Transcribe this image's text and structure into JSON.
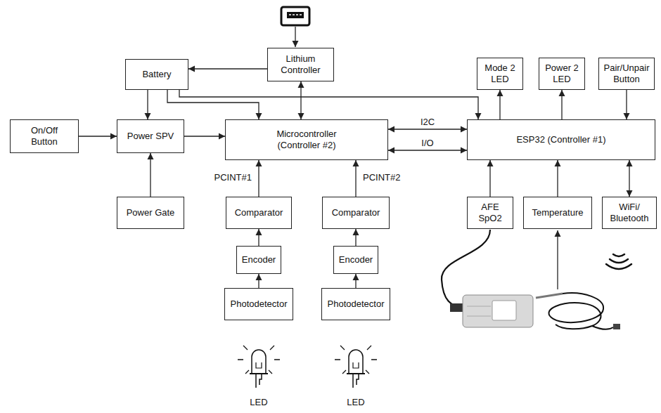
{
  "diagram": {
    "nodes": [
      {
        "text": [
          "Battery"
        ]
      },
      {
        "text": [
          "Lithium Controller"
        ]
      },
      {
        "text": [
          "Mode 2 LED"
        ]
      },
      {
        "text": [
          "Power 2 LED"
        ]
      },
      {
        "text": [
          "Pair/Unpair Button"
        ]
      },
      {
        "text": [
          "On/Off Button"
        ]
      },
      {
        "text": [
          "Power SPV"
        ]
      },
      {
        "text": [
          "Microcontroller (Controller #2)"
        ]
      },
      {
        "text": [
          "ESP32 (Controller #1)"
        ]
      },
      {
        "text": [
          "Power Gate"
        ]
      },
      {
        "text": [
          "Comparator"
        ]
      },
      {
        "text": [
          "Comparator"
        ]
      },
      {
        "text": [
          "AFE SpO2"
        ]
      },
      {
        "text": [
          "Temperature"
        ]
      },
      {
        "text": [
          "WiFi/ Bluetooth"
        ]
      },
      {
        "text": [
          "Encoder"
        ]
      },
      {
        "text": [
          "Encoder"
        ]
      },
      {
        "text": [
          "Photodetector"
        ]
      },
      {
        "text": [
          "Photodetector"
        ]
      }
    ],
    "edges": [
      {
        "from": 1,
        "to": 0,
        "arrow": "to"
      },
      {
        "from": 1,
        "to": 7,
        "arrow": "both"
      },
      {
        "from": 0,
        "to": 6,
        "arrow": "to"
      },
      {
        "from": 0,
        "to": 7,
        "arrow": "to"
      },
      {
        "from": 0,
        "to": 8,
        "arrow": "to"
      },
      {
        "from": 5,
        "to": 6,
        "arrow": "to"
      },
      {
        "from": 9,
        "to": 6,
        "arrow": "to"
      },
      {
        "from": 6,
        "to": 7,
        "arrow": "to"
      },
      {
        "from": 7,
        "to": 8,
        "label": "I2C",
        "arrow": "both"
      },
      {
        "from": 7,
        "to": 8,
        "label": "I/O",
        "arrow": "both"
      },
      {
        "from": 8,
        "to": 2,
        "arrow": "to"
      },
      {
        "from": 8,
        "to": 3,
        "arrow": "to"
      },
      {
        "from": 4,
        "to": 8,
        "arrow": "to"
      },
      {
        "from": 12,
        "to": 8,
        "arrow": "to"
      },
      {
        "from": 13,
        "to": 8,
        "arrow": "to"
      },
      {
        "from": 14,
        "to": 8,
        "arrow": "both"
      },
      {
        "from": 10,
        "to": 7,
        "label": "PCINT#1",
        "arrow": "to"
      },
      {
        "from": 11,
        "to": 7,
        "label": "PCINT#2",
        "arrow": "to"
      },
      {
        "from": 15,
        "to": 10,
        "arrow": "to"
      },
      {
        "from": 16,
        "to": 11,
        "arrow": "to"
      },
      {
        "from": 17,
        "to": 15,
        "arrow": "to"
      },
      {
        "from": 18,
        "to": 16,
        "arrow": "to"
      }
    ],
    "labels": [
      "LED",
      "LED"
    ]
  }
}
